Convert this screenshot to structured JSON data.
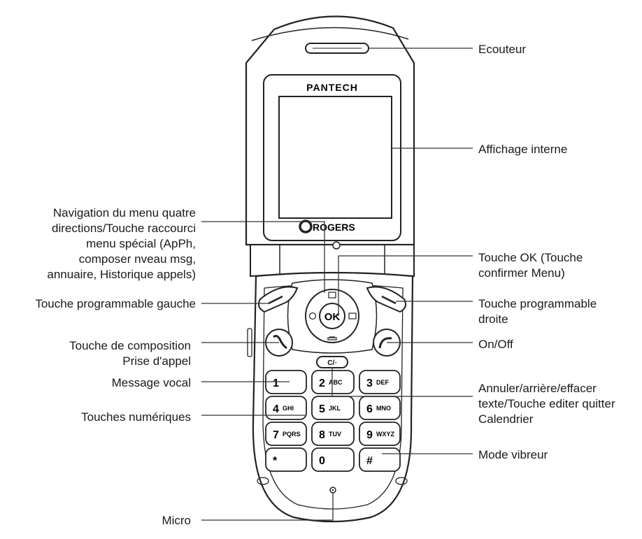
{
  "phone": {
    "brand": "PANTECH",
    "carrier": "ROGERS",
    "ok_label": "OK",
    "clear_label": "C/◦",
    "keys": [
      {
        "digit": "1",
        "letters": ""
      },
      {
        "digit": "2",
        "letters": "ABC"
      },
      {
        "digit": "3",
        "letters": "DEF"
      },
      {
        "digit": "4",
        "letters": "GHI"
      },
      {
        "digit": "5",
        "letters": "JKL"
      },
      {
        "digit": "6",
        "letters": "MNO"
      },
      {
        "digit": "7",
        "letters": "PQRS"
      },
      {
        "digit": "8",
        "letters": "TUV"
      },
      {
        "digit": "9",
        "letters": "WXYZ"
      },
      {
        "digit": "*",
        "letters": ""
      },
      {
        "digit": "0",
        "letters": ""
      },
      {
        "digit": "#",
        "letters": ""
      }
    ]
  },
  "labels_left": {
    "navigation": [
      "Navigation du menu quatre",
      "directions/Touche raccourci",
      "menu spécial (ApPh,",
      "composer nveau msg,",
      "annuaire, Historique appels)"
    ],
    "left_soft": [
      "Touche programmable gauche"
    ],
    "send": [
      "Touche de composition",
      "Prise d'appel"
    ],
    "voicemail": [
      "Message vocal"
    ],
    "numeric": [
      "Touches numériques"
    ],
    "micro": [
      "Micro"
    ]
  },
  "labels_right": {
    "earpiece": [
      "Ecouteur"
    ],
    "display": [
      "Affichage interne"
    ],
    "ok": [
      "Touche OK (Touche",
      "confirmer Menu)"
    ],
    "right_soft": [
      "Touche programmable",
      "droite"
    ],
    "onoff": [
      "On/Off"
    ],
    "clear": [
      "Annuler/arrière/effacer",
      "texte/Touche editer quitter",
      "Calendrier"
    ],
    "vibrate": [
      "Mode vibreur"
    ]
  }
}
